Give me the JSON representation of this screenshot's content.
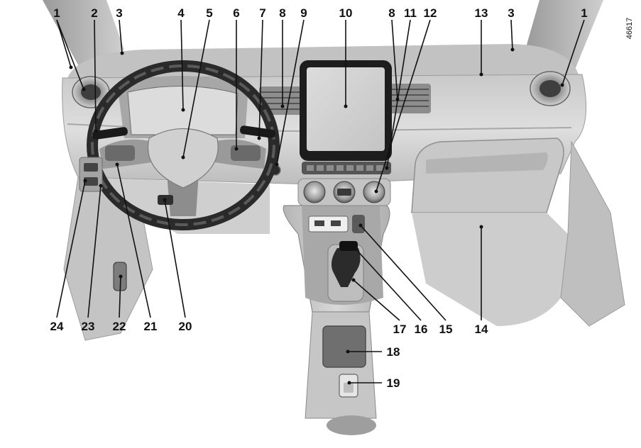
{
  "diagram": {
    "reference_number": "46617",
    "callouts": [
      {
        "id": "c1a",
        "label": "1"
      },
      {
        "id": "c2",
        "label": "2"
      },
      {
        "id": "c3a",
        "label": "3"
      },
      {
        "id": "c4",
        "label": "4"
      },
      {
        "id": "c5",
        "label": "5"
      },
      {
        "id": "c6",
        "label": "6"
      },
      {
        "id": "c7",
        "label": "7"
      },
      {
        "id": "c8a",
        "label": "8"
      },
      {
        "id": "c9",
        "label": "9"
      },
      {
        "id": "c10",
        "label": "10"
      },
      {
        "id": "c8b",
        "label": "8"
      },
      {
        "id": "c11",
        "label": "11"
      },
      {
        "id": "c12",
        "label": "12"
      },
      {
        "id": "c13",
        "label": "13"
      },
      {
        "id": "c3b",
        "label": "3"
      },
      {
        "id": "c1b",
        "label": "1"
      },
      {
        "id": "c24",
        "label": "24"
      },
      {
        "id": "c23",
        "label": "23"
      },
      {
        "id": "c22",
        "label": "22"
      },
      {
        "id": "c21",
        "label": "21"
      },
      {
        "id": "c20",
        "label": "20"
      },
      {
        "id": "c17",
        "label": "17"
      },
      {
        "id": "c16",
        "label": "16"
      },
      {
        "id": "c15",
        "label": "15"
      },
      {
        "id": "c14",
        "label": "14"
      },
      {
        "id": "c18",
        "label": "18"
      },
      {
        "id": "c19",
        "label": "19"
      }
    ],
    "colors": {
      "background": "#ffffff",
      "dash_light": "#d9d9d9",
      "dash_mid": "#bdbdbd",
      "dash_dark": "#8c8c8c",
      "black_trim": "#1a1a1a",
      "ink": "#111111"
    }
  }
}
